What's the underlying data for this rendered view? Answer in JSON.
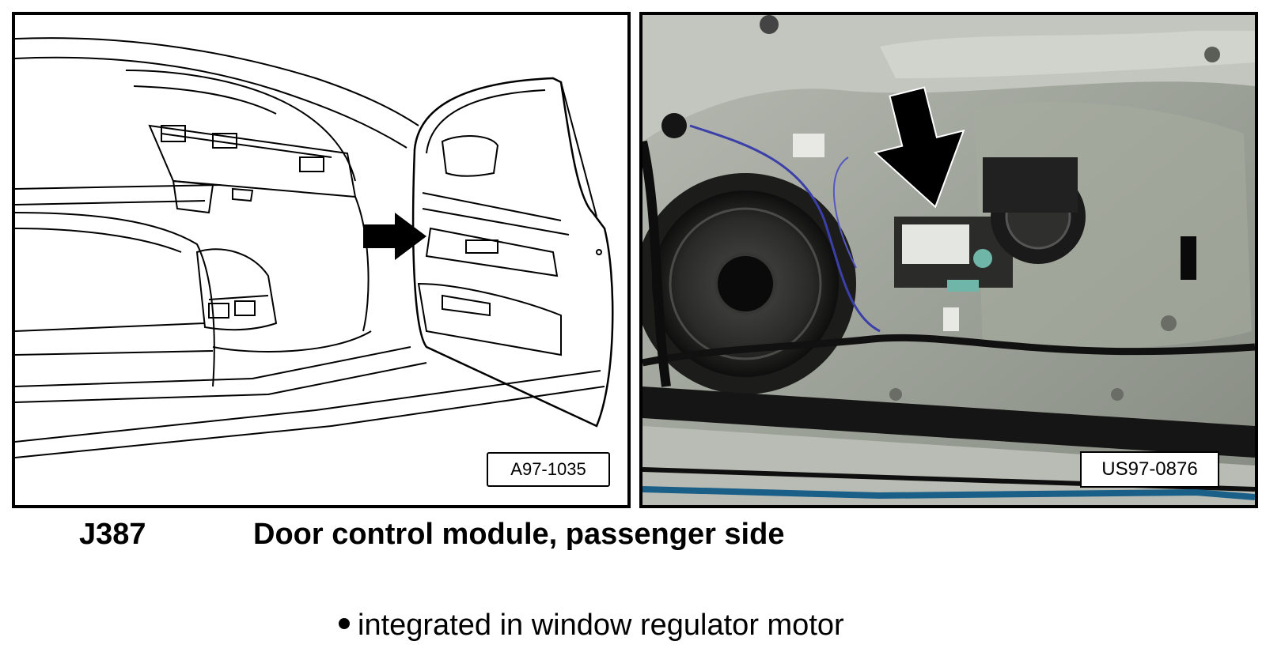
{
  "figures": {
    "left": {
      "reference": "A97-1035"
    },
    "right": {
      "reference": "US97-0876"
    }
  },
  "caption": {
    "code": "J387",
    "title": "Door control module, passenger side"
  },
  "note": "integrated in window regulator motor"
}
